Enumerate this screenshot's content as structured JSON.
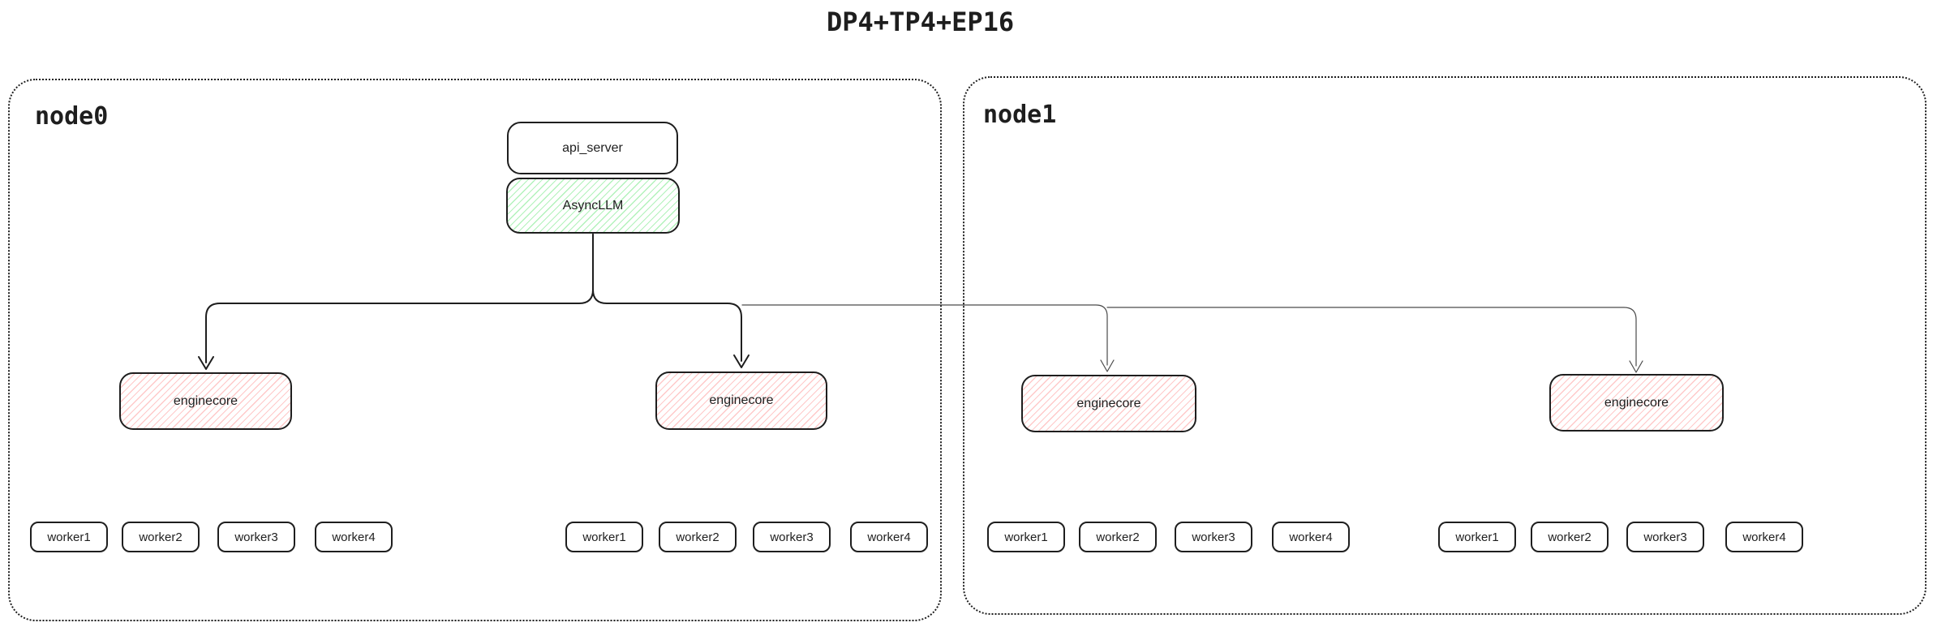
{
  "title": "DP4+TP4+EP16",
  "nodes": [
    {
      "label": "node0"
    },
    {
      "label": "node1"
    }
  ],
  "api_server": {
    "label": "api_server"
  },
  "async_llm": {
    "label": "AsyncLLM"
  },
  "enginecores": [
    {
      "label": "enginecore"
    },
    {
      "label": "enginecore"
    },
    {
      "label": "enginecore"
    },
    {
      "label": "enginecore"
    }
  ],
  "worker_groups": [
    {
      "workers": [
        "worker1",
        "worker2",
        "worker3",
        "worker4"
      ]
    },
    {
      "workers": [
        "worker1",
        "worker2",
        "worker3",
        "worker4"
      ]
    },
    {
      "workers": [
        "worker1",
        "worker2",
        "worker3",
        "worker4"
      ]
    },
    {
      "workers": [
        "worker1",
        "worker2",
        "worker3",
        "worker4"
      ]
    }
  ],
  "colors": {
    "stroke": "#1e1e1e",
    "async_llm_hatch": "#b2f2bb",
    "enginecore_hatch": "#ffc9c9",
    "thin_connector": "#4a4a4a"
  }
}
